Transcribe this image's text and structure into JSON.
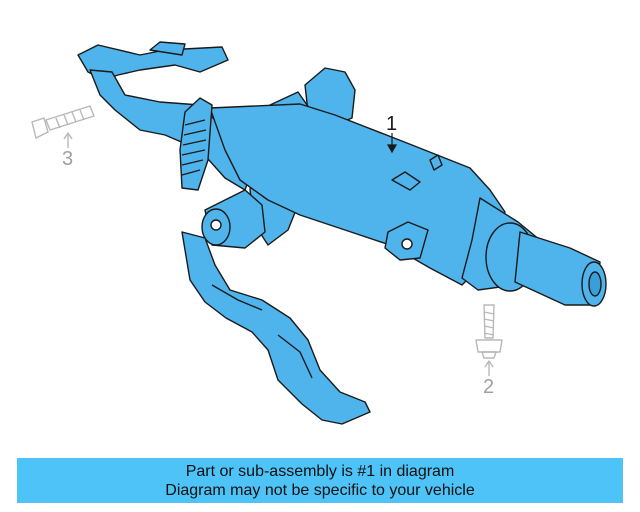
{
  "diagram": {
    "callouts": [
      {
        "label": "1"
      },
      {
        "label": "2"
      },
      {
        "label": "3"
      }
    ]
  },
  "banner": {
    "line1": "Part or sub-assembly is #1 in diagram",
    "line2": "Diagram may not be specific to your vehicle"
  },
  "colors": {
    "part_fill": "#4fb4ec",
    "part_outline": "#1a1a1a",
    "fastener_outline": "#b8b8b8",
    "banner": "#4dc3f7"
  }
}
